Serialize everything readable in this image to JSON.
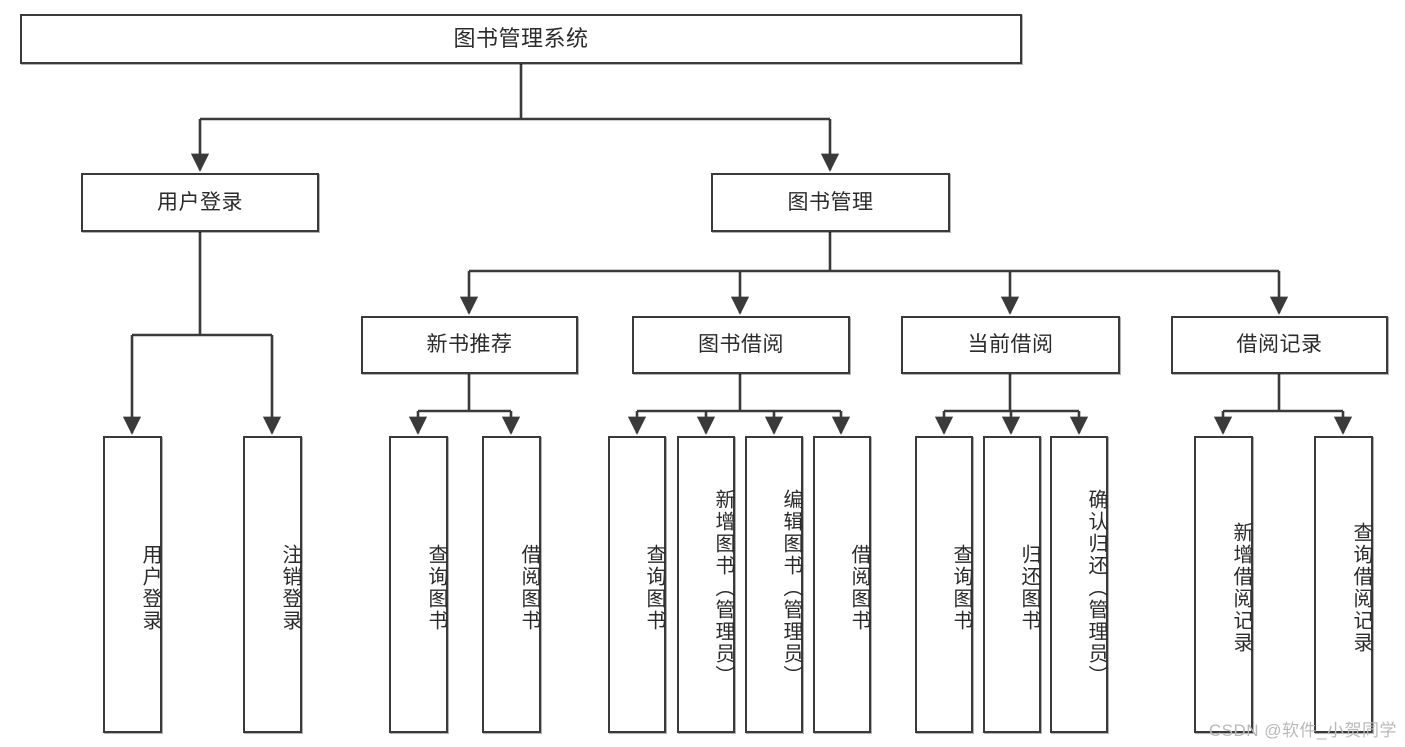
{
  "diagram": {
    "title": "图书管理系统",
    "watermark": "CSDN @软件_小贺同学",
    "colors": {
      "stroke": "#3a3a3a",
      "fill": "#ffffff",
      "text": "#2b2b2b",
      "watermark": "#b9b9b9"
    },
    "nodes": {
      "root": {
        "label": "图书管理系统"
      },
      "level2": [
        {
          "id": "user-login",
          "label": "用户登录"
        },
        {
          "id": "book-manage",
          "label": "图书管理"
        }
      ],
      "level3": [
        {
          "id": "new-book-recommend",
          "label": "新书推荐"
        },
        {
          "id": "book-borrow",
          "label": "图书借阅"
        },
        {
          "id": "current-borrow",
          "label": "当前借阅"
        },
        {
          "id": "borrow-record",
          "label": "借阅记录"
        }
      ],
      "leaves": {
        "user-login": [
          {
            "id": "leaf-user-login",
            "label": "用户登录"
          },
          {
            "id": "leaf-logout",
            "label": "注销登录"
          }
        ],
        "new-book-recommend": [
          {
            "id": "leaf-query-book-1",
            "label": "查询图书"
          },
          {
            "id": "leaf-borrow-book-1",
            "label": "借阅图书"
          }
        ],
        "book-borrow": [
          {
            "id": "leaf-query-book-2",
            "label": "查询图书"
          },
          {
            "id": "leaf-add-book",
            "label": "新增图书（管理员）"
          },
          {
            "id": "leaf-edit-book",
            "label": "编辑图书（管理员）"
          },
          {
            "id": "leaf-borrow-book-2",
            "label": "借阅图书"
          }
        ],
        "current-borrow": [
          {
            "id": "leaf-query-book-3",
            "label": "查询图书"
          },
          {
            "id": "leaf-return-book",
            "label": "归还图书"
          },
          {
            "id": "leaf-confirm-return",
            "label": "确认归还（管理员）"
          }
        ],
        "borrow-record": [
          {
            "id": "leaf-add-record",
            "label": "新增借阅记录"
          },
          {
            "id": "leaf-query-record",
            "label": "查询借阅记录"
          }
        ]
      }
    }
  }
}
